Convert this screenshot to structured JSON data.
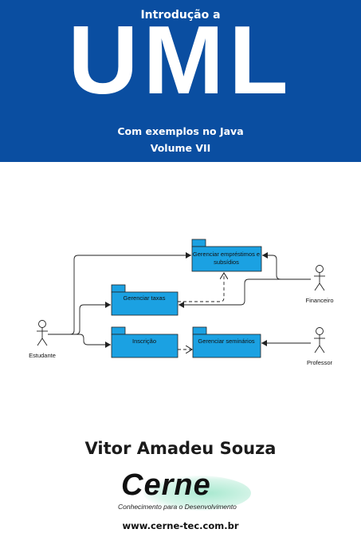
{
  "cover": {
    "intro": "Introdução a",
    "title": "UML",
    "subtitle": "Com exemplos no Java",
    "volume": "Volume VII",
    "author": "Vitor Amadeu Souza"
  },
  "colors": {
    "banner": "#0a4ea1",
    "package_fill": "#1ba1e2",
    "logo_glow": "#a9e9d0"
  },
  "diagram": {
    "actors": {
      "estudante": "Estudante",
      "financeiro": "Financeiro",
      "professor": "Professor"
    },
    "packages": {
      "emprestimos_line1": "Gerenciar empréstimos e",
      "emprestimos_line2": "subsídios",
      "taxas": "Gerenciar taxas",
      "inscricao": "Inscrição",
      "seminarios": "Gerenciar seminários"
    }
  },
  "logo": {
    "name": "Cerne",
    "tagline": "Conhecimento para o Desenvolvimento",
    "website": "www.cerne-tec.com.br"
  }
}
